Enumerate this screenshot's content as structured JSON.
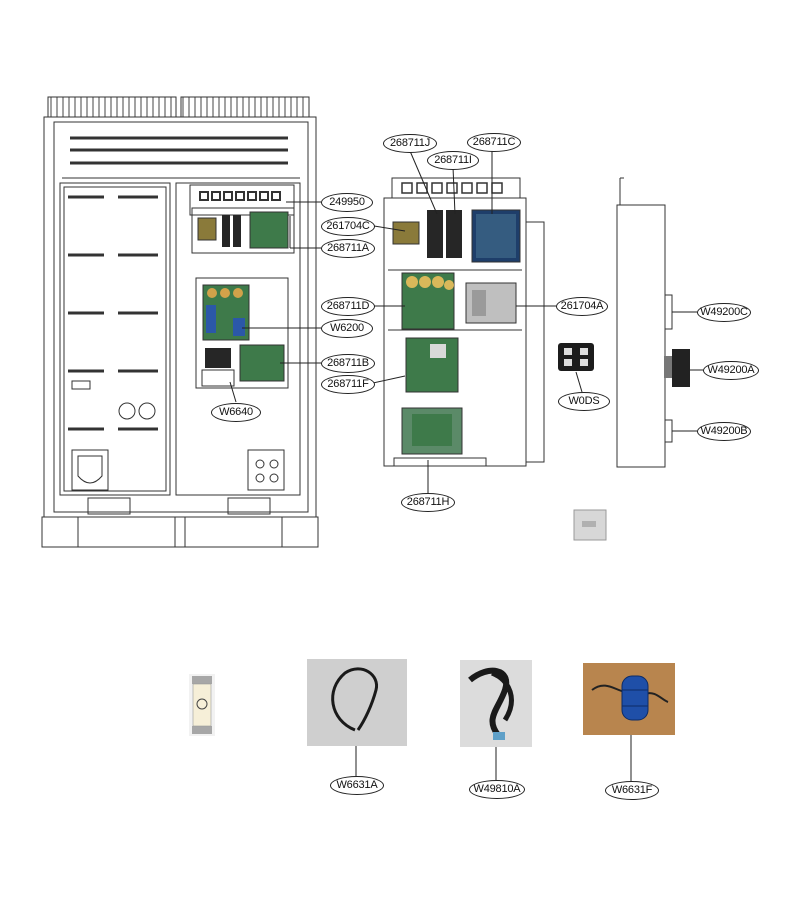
{
  "labels": {
    "c249950": "249950",
    "c261704C": "261704C",
    "c268711A": "268711A",
    "cW6200": "W6200",
    "c268711B": "268711B",
    "cW6640": "W6640",
    "c268711J": "268711J",
    "c268711I": "268711I",
    "c268711C": "268711C",
    "c268711D": "268711D",
    "c261704A": "261704A",
    "c268711F": "268711F",
    "c268711H": "268711H",
    "cW0DS": "W0DS",
    "cW49200C": "W49200C",
    "cW49200A": "W49200A",
    "cW49200B": "W49200B",
    "cW6631A": "W6631A",
    "cW49810A": "W49810A",
    "cW6631F": "W6631F"
  },
  "colors": {
    "line": "#333333",
    "pcb_green": "#3e7a4a",
    "board_dark": "#262626",
    "photo_bg": "#cfcfcf",
    "wood": "#b8854e",
    "blue_part": "#1f4fa8"
  }
}
